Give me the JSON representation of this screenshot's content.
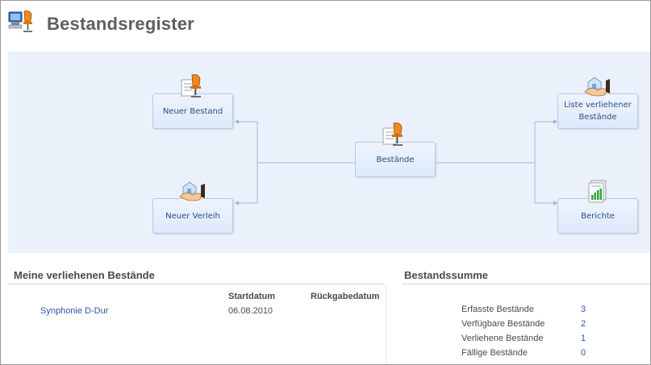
{
  "header": {
    "title": "Bestandsregister",
    "icon": "office-chair-computer-icon"
  },
  "diagram": {
    "nodes": {
      "new_asset": {
        "label": "Neuer Bestand",
        "icon": "office-chair-document-icon"
      },
      "new_loan": {
        "label": "Neuer Verleih",
        "icon": "handshake-house-icon"
      },
      "assets": {
        "label": "Bestände",
        "icon": "office-chair-document-icon"
      },
      "loaned_list": {
        "label": "Liste verliehener Bestände",
        "icon": "handshake-house-icon"
      },
      "reports": {
        "label": "Berichte",
        "icon": "report-chart-icon"
      }
    }
  },
  "loaned": {
    "title": "Meine verliehenen Bestände",
    "columns": [
      "",
      "Startdatum",
      "Rückgabedatum"
    ],
    "rows": [
      {
        "name": "Synphonie D-Dur",
        "start": "06.08.2010",
        "return": ""
      }
    ]
  },
  "summary": {
    "title": "Bestandssumme",
    "items": [
      {
        "label": "Erfasste Bestände",
        "value": "3"
      },
      {
        "label": "Verfügbare Bestände",
        "value": "2"
      },
      {
        "label": "Verliehene Bestände",
        "value": "1"
      },
      {
        "label": "Fällige Bestände",
        "value": "0"
      }
    ]
  },
  "colors": {
    "accent": "#2c56a6",
    "diagram_bg": "#eaf1fb",
    "node_border": "#b4cbe6",
    "connector": "#9cbad9"
  }
}
